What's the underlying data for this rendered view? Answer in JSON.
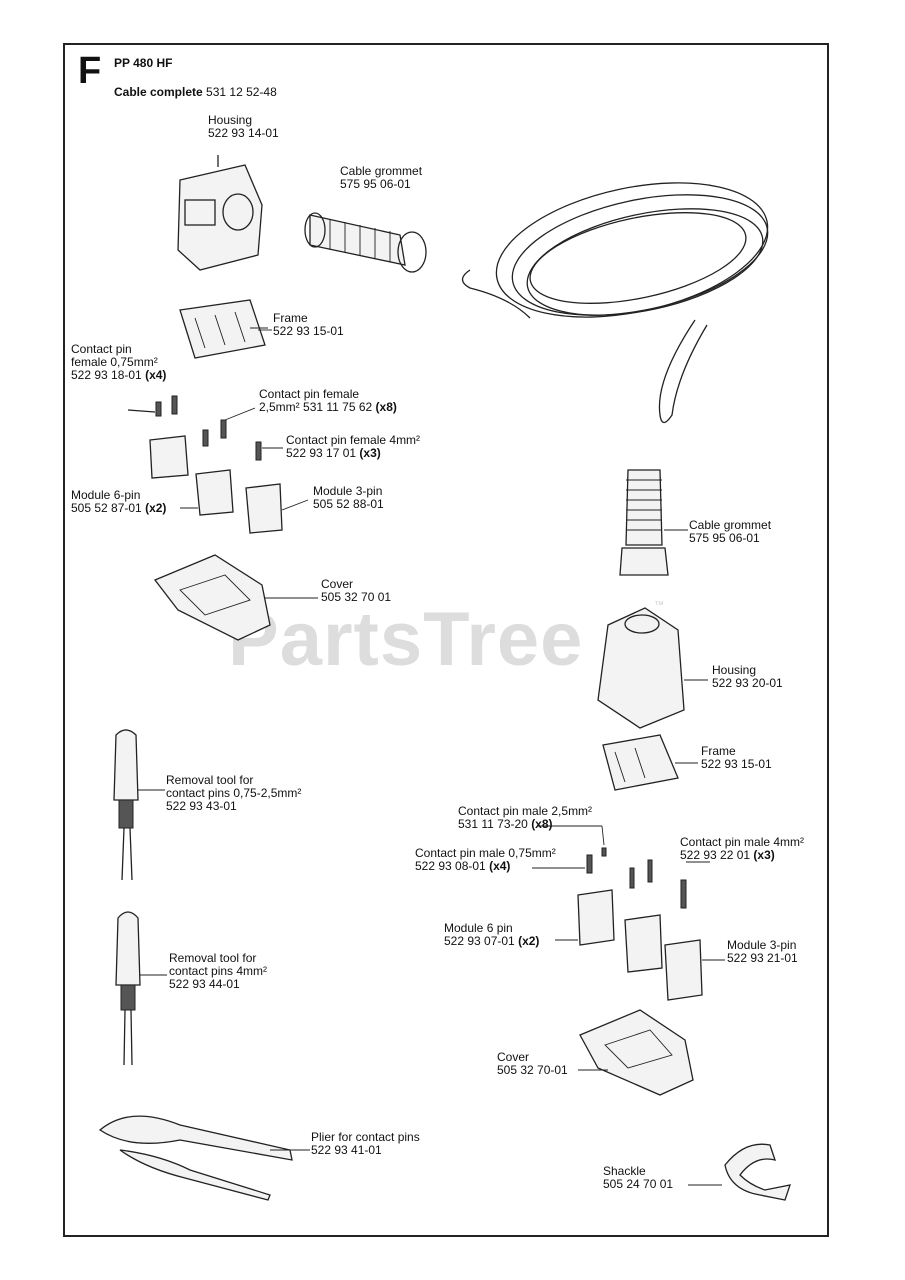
{
  "header": {
    "section": "F",
    "model": "PP 480 HF",
    "cable_label": "Cable complete",
    "cable_number": "531 12 52-48"
  },
  "watermark": {
    "text": "PartsTree",
    "tm": "™"
  },
  "parts_left": [
    {
      "name": "Housing",
      "number": "522 93 14-01"
    },
    {
      "name": "Cable grommet",
      "number": "575 95 06-01"
    },
    {
      "name": "Frame",
      "number": "522 93 15-01"
    },
    {
      "name": "Contact pin",
      "name2": "female 0,75mm²",
      "number": "522 93 18-01",
      "qty": "(x4)"
    },
    {
      "name": "Contact pin female",
      "name2": "2,5mm²",
      "number": "531 11 75 62",
      "qty": "(x8)"
    },
    {
      "name": "Contact pin female 4mm²",
      "number": "522 93 17 01",
      "qty": "(x3)"
    },
    {
      "name": "Module 6-pin",
      "number": "505 52 87-01",
      "qty": "(x2)"
    },
    {
      "name": "Module 3-pin",
      "number": "505 52 88-01"
    },
    {
      "name": "Cover",
      "number": "505 32 70 01"
    },
    {
      "name": "Removal tool for",
      "name2": "contact pins 0,75-2,5mm²",
      "number": "522 93 43-01"
    },
    {
      "name": "Removal tool for",
      "name2": "contact pins 4mm²",
      "number": "522 93 44-01"
    },
    {
      "name": "Plier for contact pins",
      "number": "522 93 41-01"
    }
  ],
  "parts_right": [
    {
      "name": "Cable grommet",
      "number": "575 95 06-01"
    },
    {
      "name": "Housing",
      "number": "522 93 20-01"
    },
    {
      "name": "Frame",
      "number": "522 93 15-01"
    },
    {
      "name": "Contact pin male 2,5mm²",
      "number": "531 11 73-20",
      "qty": "(x8)"
    },
    {
      "name": "Contact pin male 0,75mm²",
      "number": "522 93 08-01",
      "qty": "(x4)"
    },
    {
      "name": "Contact pin male 4mm²",
      "number": "522 93 22 01",
      "qty": "(x3)"
    },
    {
      "name": "Module 6 pin",
      "number": "522 93 07-01",
      "qty": "(x2)"
    },
    {
      "name": "Module 3-pin",
      "number": "522 93 21-01"
    },
    {
      "name": "Cover",
      "number": "505 32 70-01"
    },
    {
      "name": "Shackle",
      "number": "505 24 70 01"
    }
  ]
}
